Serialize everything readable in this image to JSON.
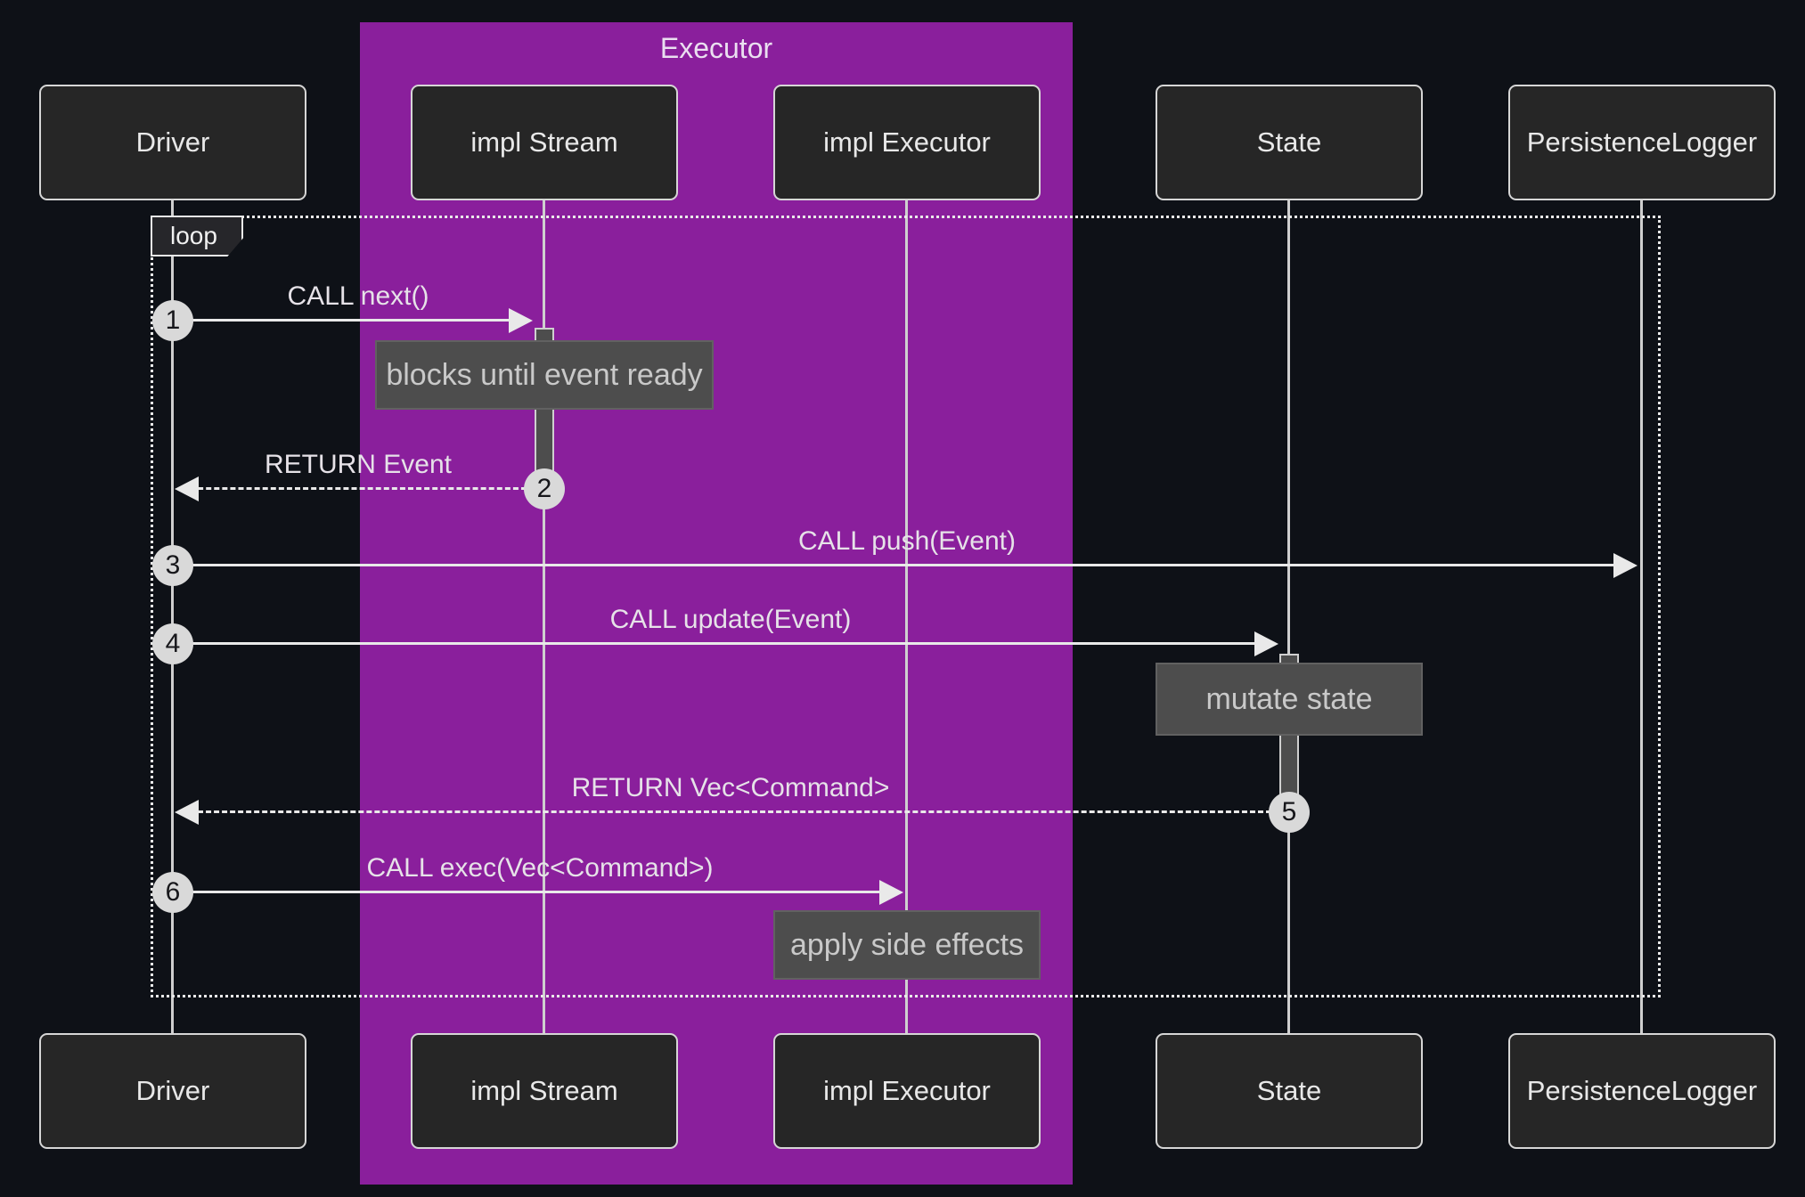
{
  "diagram": {
    "type": "sequence",
    "group": {
      "title": "Executor",
      "members": [
        "impl Stream",
        "impl Executor"
      ]
    },
    "loop": {
      "label": "loop"
    },
    "participants": [
      {
        "id": "driver",
        "name": "Driver"
      },
      {
        "id": "stream",
        "name": "impl Stream"
      },
      {
        "id": "executor",
        "name": "impl Executor"
      },
      {
        "id": "state",
        "name": "State"
      },
      {
        "id": "logger",
        "name": "PersistenceLogger"
      }
    ],
    "messages": [
      {
        "seq": "1",
        "label": "CALL next()",
        "type": "call",
        "from": "Driver",
        "to": "impl Stream"
      },
      {
        "seq": "2",
        "label": "RETURN Event",
        "type": "return",
        "from": "impl Stream",
        "to": "Driver"
      },
      {
        "seq": "3",
        "label": "CALL push(Event)",
        "type": "call",
        "from": "Driver",
        "to": "PersistenceLogger"
      },
      {
        "seq": "4",
        "label": "CALL update(Event)",
        "type": "call",
        "from": "Driver",
        "to": "State"
      },
      {
        "seq": "5",
        "label": "RETURN Vec<Command>",
        "type": "return",
        "from": "State",
        "to": "Driver"
      },
      {
        "seq": "6",
        "label": "CALL exec(Vec<Command>)",
        "type": "call",
        "from": "Driver",
        "to": "impl Executor"
      }
    ],
    "notes": [
      {
        "text": "blocks until event ready",
        "on": "impl Stream"
      },
      {
        "text": "mutate state",
        "on": "State"
      },
      {
        "text": "apply side effects",
        "on": "impl Executor"
      }
    ],
    "colors": {
      "background": "#0e1117",
      "group_fill": "#8a1f9c",
      "box_fill": "#262626",
      "box_border": "#d6d6d6",
      "note_fill": "#4d4d4d",
      "note_border": "#616161",
      "note_text": "#c9c9c9",
      "line": "#e9e9e9",
      "lifeline": "#cfcfcf",
      "circle_fill": "#d9d9d9",
      "circle_text": "#17171b",
      "msg_text": "#e6e2e8"
    }
  }
}
